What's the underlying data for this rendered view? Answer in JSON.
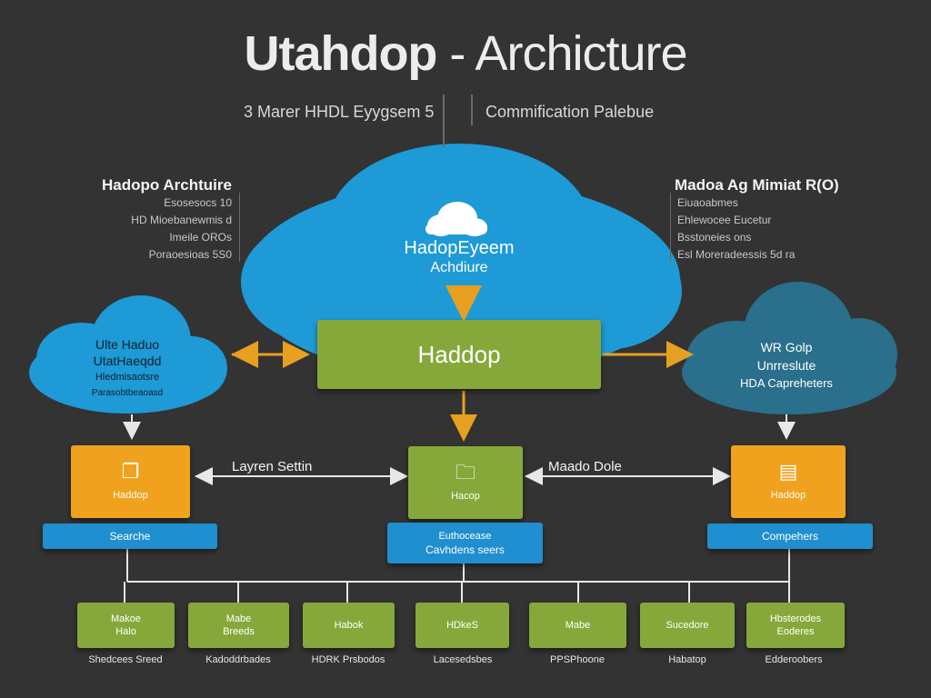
{
  "header": {
    "title_bold": "Utahdop",
    "title_sep": " - ",
    "title_rest": "Archicture",
    "subtitle_left": "3 Marer HHDL Eyygsem 5",
    "subtitle_right": "Commification Palebue"
  },
  "left_panel": {
    "heading": "Hadopo Archtuire",
    "lines": [
      "Esosesocs 10",
      "HD Mioebanewmis d",
      "Imeile OROs",
      "Poraoesioas 5S0"
    ]
  },
  "right_panel": {
    "heading": "Madoa Ag Mimiat R(O)",
    "lines": [
      "Eiuaoabmes",
      "Ehlewocee Eucetur",
      "Bsstoneies ons",
      "Esl Moreradeessis 5d ra"
    ]
  },
  "clouds": {
    "main": {
      "line1": "HadopEyeem",
      "line2": "Achdiure"
    },
    "left": {
      "line1": "Ulte Haduo",
      "line2": "UtatHaeqdd",
      "line3": "Hledmisaotsre",
      "line4": "Parasobtbeaoasd"
    },
    "right": {
      "line1": "WR Golp",
      "line2": "Unrreslute",
      "line3": "HDA Capreheters"
    }
  },
  "core": {
    "label": "Haddop"
  },
  "edge_labels": {
    "left": "Layren Settin",
    "right": "Maado Dole"
  },
  "tier": {
    "left": {
      "icon": "document-stack-icon",
      "label": "Haddop",
      "band": "Searche"
    },
    "center": {
      "icon": "folder-icon",
      "label": "Hacop",
      "band_line1": "Euthocease",
      "band_line2": "Cavhdens seers"
    },
    "right": {
      "icon": "monitor-icon",
      "label": "Haddop",
      "band": "Compehers"
    }
  },
  "leaves": [
    {
      "l1": "Makoe",
      "l2": "Halo",
      "under": "Shedcees Sreed"
    },
    {
      "l1": "Mabe",
      "l2": "Breeds",
      "under": "Kadoddrbades"
    },
    {
      "l1": "Habok",
      "l2": "",
      "under": "HDRK Prsbodos"
    },
    {
      "l1": "HDkeS",
      "l2": "",
      "under": "Lacesedsbes"
    },
    {
      "l1": "Mabe",
      "l2": "",
      "under": "PPSPhoone"
    },
    {
      "l1": "Sucedore",
      "l2": "",
      "under": "Habatop"
    },
    {
      "l1": "Hbsterodes",
      "l2": "Eoderes",
      "under": "Edderoobers"
    }
  ],
  "colors": {
    "background": "#333333",
    "cloud_blue": "#1e9ad6",
    "cloud_dark": "#2a6f8c",
    "green": "#86a83a",
    "orange": "#f0a21e",
    "band_blue": "#1f8fcf",
    "arrow_orange": "#e8a020",
    "line_white": "#e8e8e8"
  }
}
